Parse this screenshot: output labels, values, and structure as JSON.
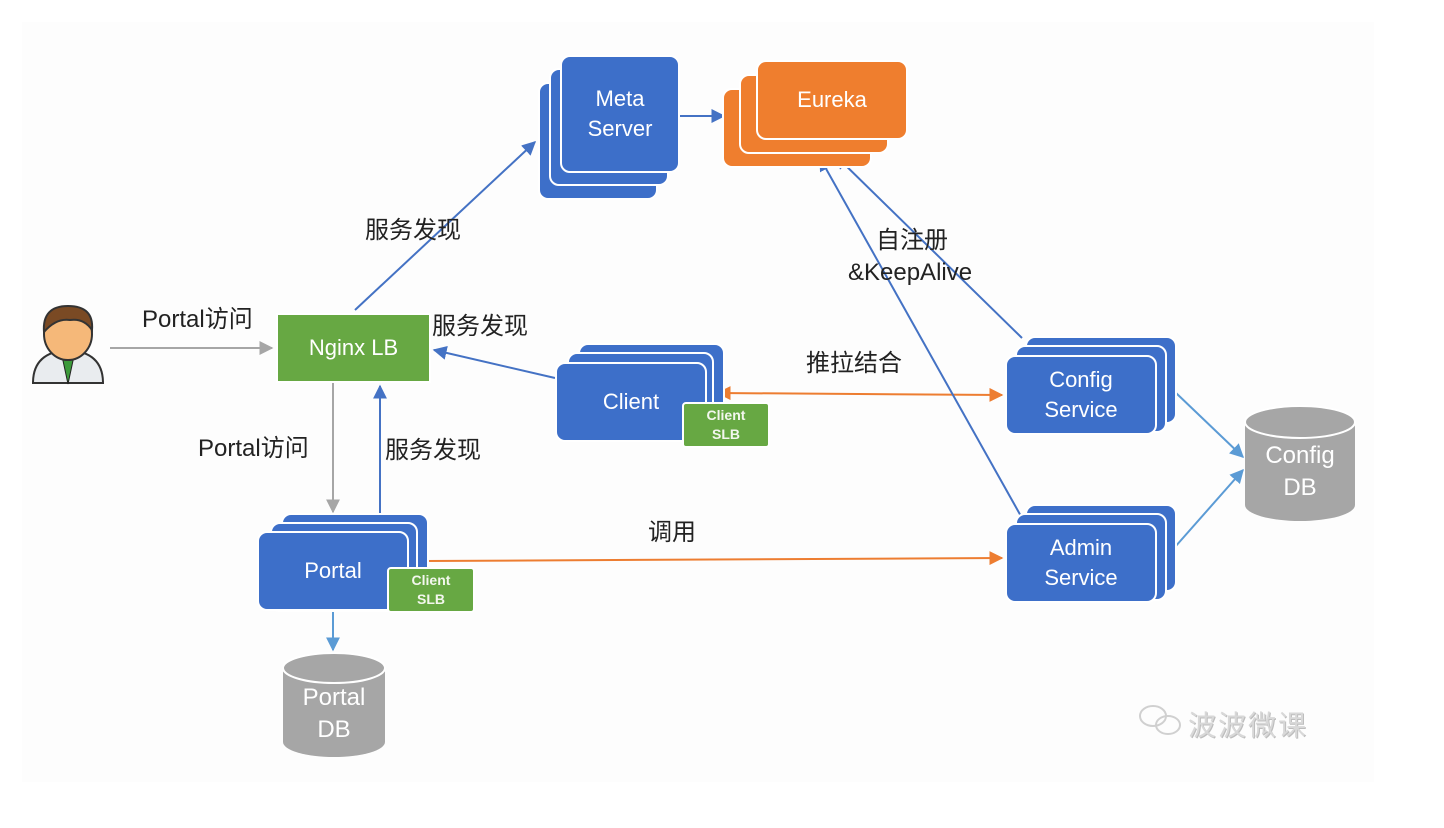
{
  "nodes": {
    "meta_server": "Meta\nServer",
    "eureka": "Eureka",
    "nginx_lb": "Nginx LB",
    "client": "Client",
    "client_slb": "Client\nSLB",
    "portal": "Portal",
    "portal_slb": "Client\nSLB",
    "config_service": "Config\nService",
    "admin_service": "Admin\nService",
    "config_db": "Config\nDB",
    "portal_db": "Portal\nDB"
  },
  "edges": {
    "user_to_nginx": "Portal访问",
    "nginx_to_meta": "服务发现",
    "client_to_nginx": "服务发现",
    "nginx_to_portal": "Portal访问",
    "portal_to_nginx": "服务发现",
    "client_config": "推拉结合",
    "register_line1": "自注册",
    "register_line2": "&KeepAlive",
    "portal_to_admin": "调用"
  },
  "watermark": "波波微课",
  "colors": {
    "service_blue": "#3d6fc9",
    "eureka_orange": "#ef7e2e",
    "lb_green": "#67a843",
    "db_gray": "#a6a6a6",
    "arrow_blue": "#4472c4",
    "arrow_orange": "#ed7d31",
    "arrow_gray": "#a6a6a6"
  }
}
